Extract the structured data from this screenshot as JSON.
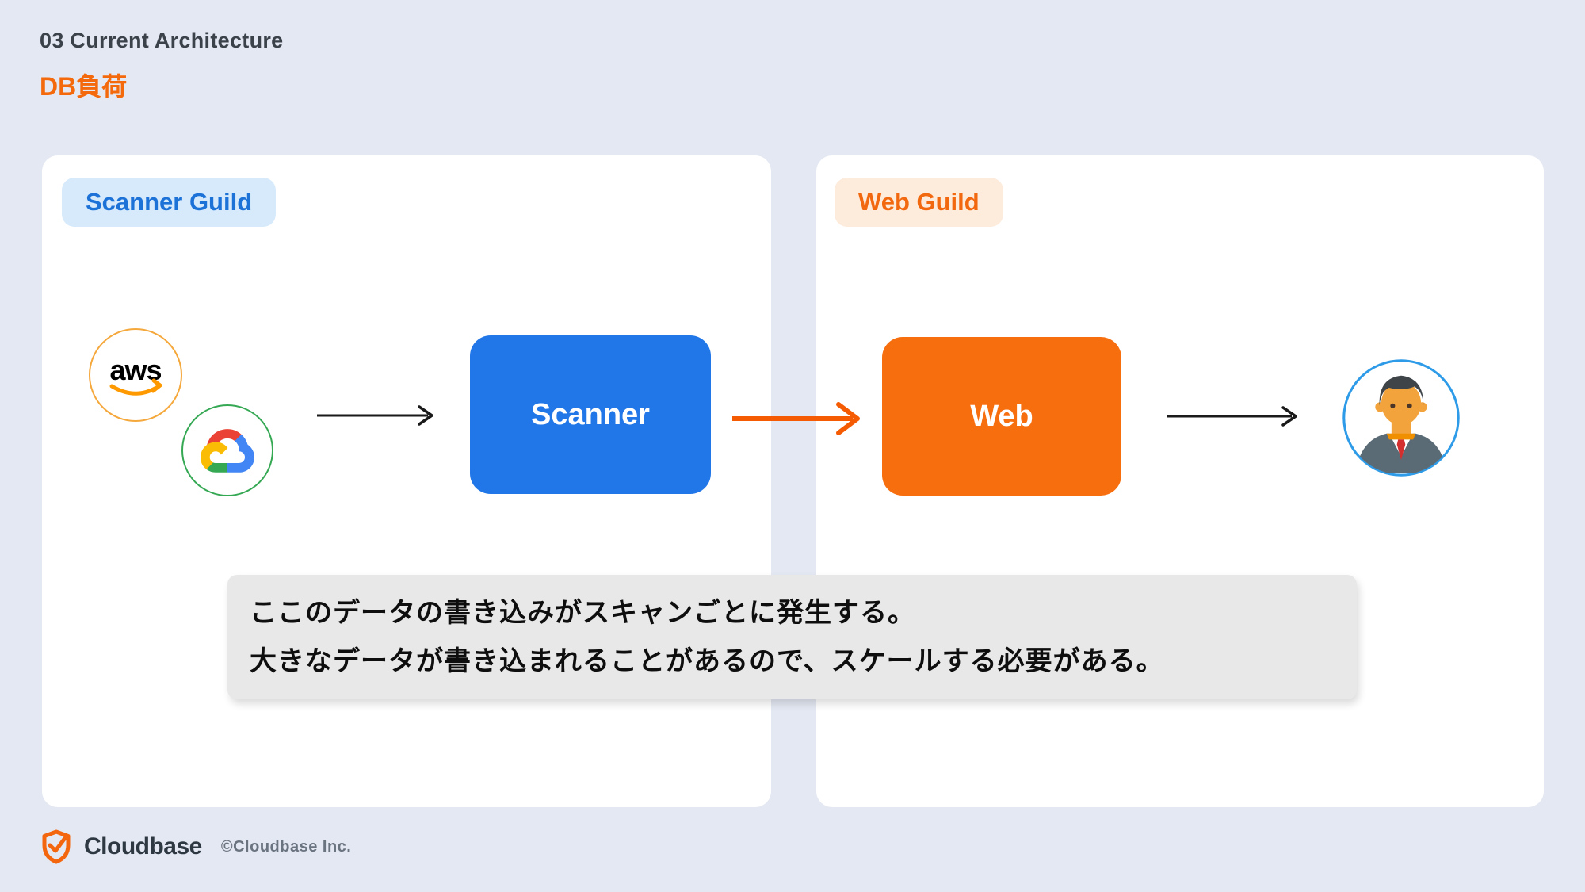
{
  "slide": {
    "section_label": "03 Current Architecture",
    "title": "DB負荷"
  },
  "scanner_panel": {
    "badge": "Scanner Guild",
    "node_label": "Scanner",
    "aws_label": "aws"
  },
  "web_panel": {
    "badge": "Web Guild",
    "node_label": "Web"
  },
  "callout": {
    "line1": "ここのデータの書き込みがスキャンごとに発生する。",
    "line2": "大きなデータが書き込まれることがあるので、スケールする必要がある。"
  },
  "footer": {
    "brand": "Cloudbase",
    "copyright": "©Cloudbase Inc."
  },
  "icons": {
    "aws": "aws-icon",
    "google_cloud": "google-cloud-icon",
    "user": "user-avatar-icon",
    "brand_shield": "cloudbase-shield-icon"
  },
  "colors": {
    "background": "#E4E8F2",
    "panel": "#FFFFFF",
    "title_orange": "#F4690B",
    "scanner_node_blue": "#2277E8",
    "web_node_orange": "#F76E0E",
    "badge_blue_bg": "#D6EAFB",
    "badge_blue_text": "#1D72D8",
    "badge_orange_bg": "#FDEBDC",
    "badge_orange_text": "#F2680F",
    "callout_bg": "#E8E8E9",
    "arrow_black": "#1A1A1A",
    "arrow_orange": "#F45B03",
    "aws_smile_orange": "#FF9900",
    "aws_circle_border": "#F5A83C",
    "gcp_circle_border": "#35A853",
    "avatar_ring_blue": "#2E9BE8"
  }
}
